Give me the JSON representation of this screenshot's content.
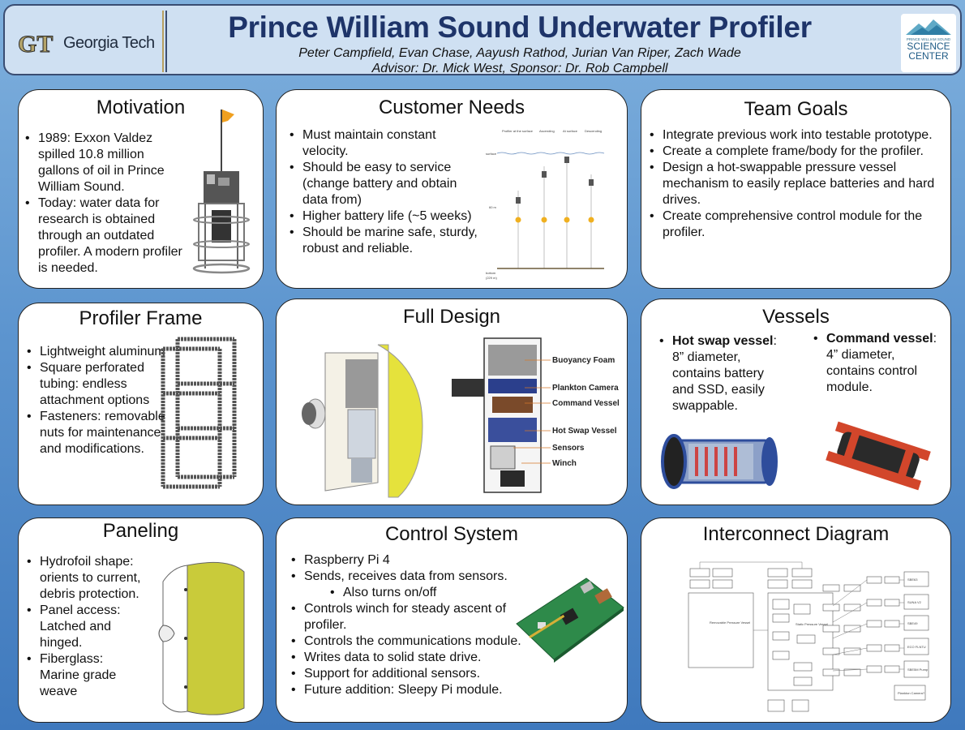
{
  "header": {
    "title": "Prince William Sound Underwater Profiler",
    "authors": "Peter Campfield, Evan Chase, Aayush Rathod, Jurian Van Riper, Zach Wade",
    "advisors": "Advisor: Dr. Mick West, Sponsor: Dr. Rob Campbell",
    "gt_logo_text": "Georgia Tech",
    "gt_logo_mark": "GT",
    "pws_logo_small": "PRINCE WILLIAM SOUND",
    "pws_logo_line1": "SCIENCE",
    "pws_logo_line2": "CENTER"
  },
  "motivation": {
    "title": "Motivation",
    "bullets": [
      "1989: Exxon Valdez spilled 10.8 million gallons of oil in Prince William Sound.",
      "Today: water data for research is obtained through an outdated profiler. A modern profiler is needed."
    ]
  },
  "customer_needs": {
    "title": "Customer Needs",
    "bullets": [
      "Must maintain constant velocity.",
      "Should be easy to service (change battery and obtain data from)",
      "Higher battery life (~5 weeks)",
      "Should be marine safe, sturdy, robust and reliable."
    ],
    "diagram": {
      "surface": "surface",
      "bottom": "bottom",
      "bottom_depth": "(229 m)",
      "depth_mark": "60 m",
      "col1": "Profiler at the surface",
      "col2": "Ascending",
      "col3": "At surface",
      "col4": "Descending"
    }
  },
  "team_goals": {
    "title": "Team Goals",
    "bullets": [
      "Integrate previous work into testable prototype.",
      "Create a complete frame/body for the profiler.",
      "Design a hot-swappable pressure vessel mechanism to easily replace batteries and hard drives.",
      "Create comprehensive control module for the profiler."
    ]
  },
  "profiler_frame": {
    "title": "Profiler Frame",
    "bullets": [
      "Lightweight aluminum",
      "Square perforated tubing: endless attachment options",
      "Fasteners: removable nuts for maintenance and modifications."
    ]
  },
  "full_design": {
    "title": "Full Design",
    "labels": [
      "Buoyancy Foam",
      "Plankton Camera",
      "Command Vessel",
      "Hot Swap Vessel",
      "Sensors",
      "Winch"
    ]
  },
  "vessels": {
    "title": "Vessels",
    "hot_swap_name": "Hot swap vessel",
    "hot_swap_desc": ": 8” diameter, contains battery and SSD, easily swappable.",
    "command_name": "Command vessel",
    "command_desc": ": 4” diameter, contains control module."
  },
  "paneling": {
    "title": "Paneling",
    "bullets": [
      "Hydrofoil shape: orients to current, debris protection.",
      "Panel access: Latched and hinged.",
      "Fiberglass: Marine grade weave"
    ]
  },
  "control_system": {
    "title": "Control System",
    "items": [
      {
        "text": "Raspberry Pi 4",
        "sub": false
      },
      {
        "text": "Sends, receives data from sensors.",
        "sub": false
      },
      {
        "text": "Also turns on/off",
        "sub": true
      },
      {
        "text": "Controls winch for steady ascent of profiler.",
        "sub": false
      },
      {
        "text": "Controls the communications module.",
        "sub": false
      },
      {
        "text": "Writes data to solid state drive.",
        "sub": false
      },
      {
        "text": "Support for additional sensors.",
        "sub": false
      },
      {
        "text": "Future addition: Sleepy Pi module.",
        "sub": false
      }
    ]
  },
  "interconnect": {
    "title": "Interconnect Diagram",
    "removable_vessel": "Removable Pressure Vessel",
    "static_vessel": "Static Pressure Vessel",
    "sensors": [
      "SBE63",
      "SUNA V2",
      "SBE49",
      "ECO FLNTU",
      "SBE5M Pump"
    ],
    "plankton": "Plankton Camera?"
  },
  "colors": {
    "title_blue": "#1e3469",
    "panel_border": "#222222",
    "hydrofoil_yellow": "#c9cb3a",
    "vessel_blue": "#2e4d9c",
    "vessel_red": "#d2462b"
  }
}
